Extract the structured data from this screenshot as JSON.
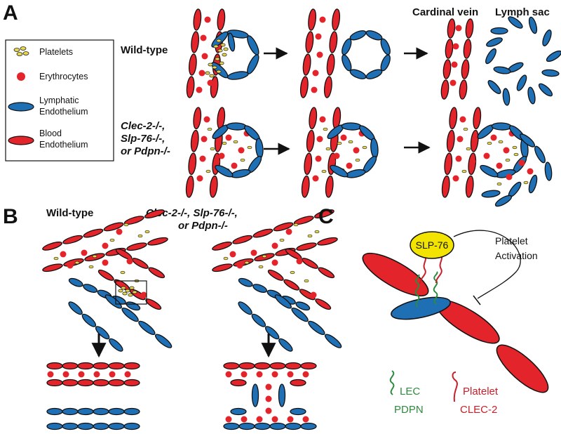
{
  "panel_a": {
    "letter": "A",
    "legend": {
      "platelets": "Platelets",
      "erythrocytes": "Erythrocytes",
      "lymphatic_1": "Lymphatic",
      "lymphatic_2": "Endothelium",
      "blood_1": "Blood",
      "blood_2": "Endothelium"
    },
    "wild_type": "Wild-type",
    "mutant_1": "Clec-2-/-,",
    "mutant_2": "Slp-76-/-,",
    "mutant_3": "or Pdpn-/-",
    "cardinal_vein": "Cardinal vein",
    "lymph_sac": "Lymph sac"
  },
  "panel_b": {
    "letter": "B",
    "wild_type": "Wild-type",
    "mutant_1": "Clec-2-/-, Slp-76-/-,",
    "mutant_2": "or Pdpn-/-"
  },
  "panel_c": {
    "letter": "C",
    "slp76": "SLP-76",
    "activation_1": "Platelet",
    "activation_2": "Activation",
    "lec_1": "LEC",
    "lec_2": "PDPN",
    "platelet_1": "Platelet",
    "platelet_2": "CLEC-2"
  },
  "colors": {
    "blood_endothelium": "#e3242b",
    "lymphatic_endothelium": "#1f6fb5",
    "erythrocyte": "#e3242b",
    "platelet": "#e6d84a",
    "slp76": "#f2e400",
    "pdpn": "#2e8b3e",
    "clec2": "#c8202a"
  }
}
